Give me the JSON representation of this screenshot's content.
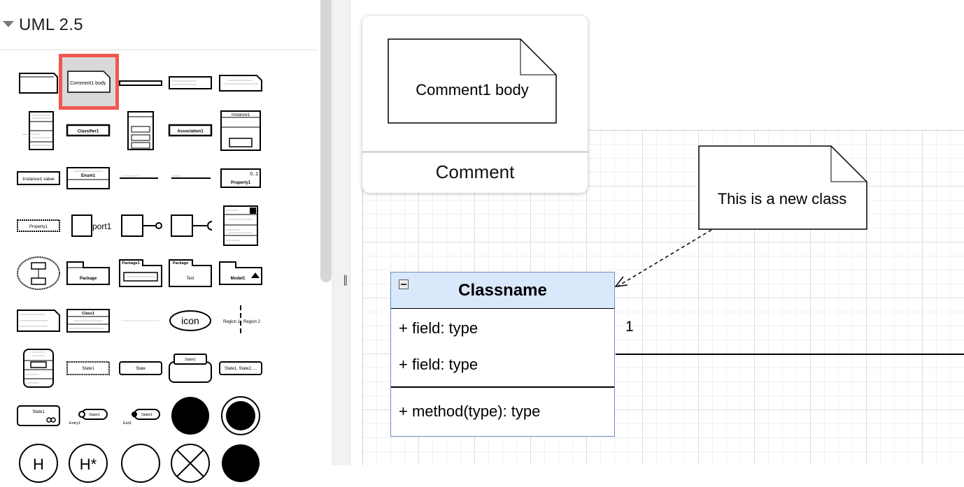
{
  "sidebar": {
    "section_title": "UML 2.5",
    "palette": {
      "comment": "Comment1 body",
      "instance_value": "Instance1 value",
      "port": "port1",
      "icon": "icon",
      "region_1": "Region 1",
      "region_2": "Region 2",
      "property_mult": "0..1",
      "property": "Property1",
      "classifier": "Classifier1",
      "association": "Association1",
      "instance": "Instance1",
      "enum": "Enum1",
      "package": "Package",
      "package1": "Package1",
      "text": "Text",
      "model": "Model1",
      "class1": "Class1",
      "state": "State",
      "state1": "State1",
      "states": "State1, State2, ...",
      "entry": "Entry1",
      "exit": "Exit1",
      "history_shallow": "H",
      "history_deep": "H*"
    }
  },
  "splitter": {
    "grip": "‖"
  },
  "tooltip": {
    "note_text": "Comment1 body",
    "title": "Comment"
  },
  "diagram": {
    "class_name": "Classname",
    "fields": [
      "+ field: type",
      "+ field: type"
    ],
    "method": "+ method(type): type",
    "note_text": "This is a new class",
    "multiplicity": "1"
  },
  "colors": {
    "selection_outline": "#f0584f",
    "class_header_fill": "#dae8fc",
    "class_border": "#6c8ebf"
  }
}
